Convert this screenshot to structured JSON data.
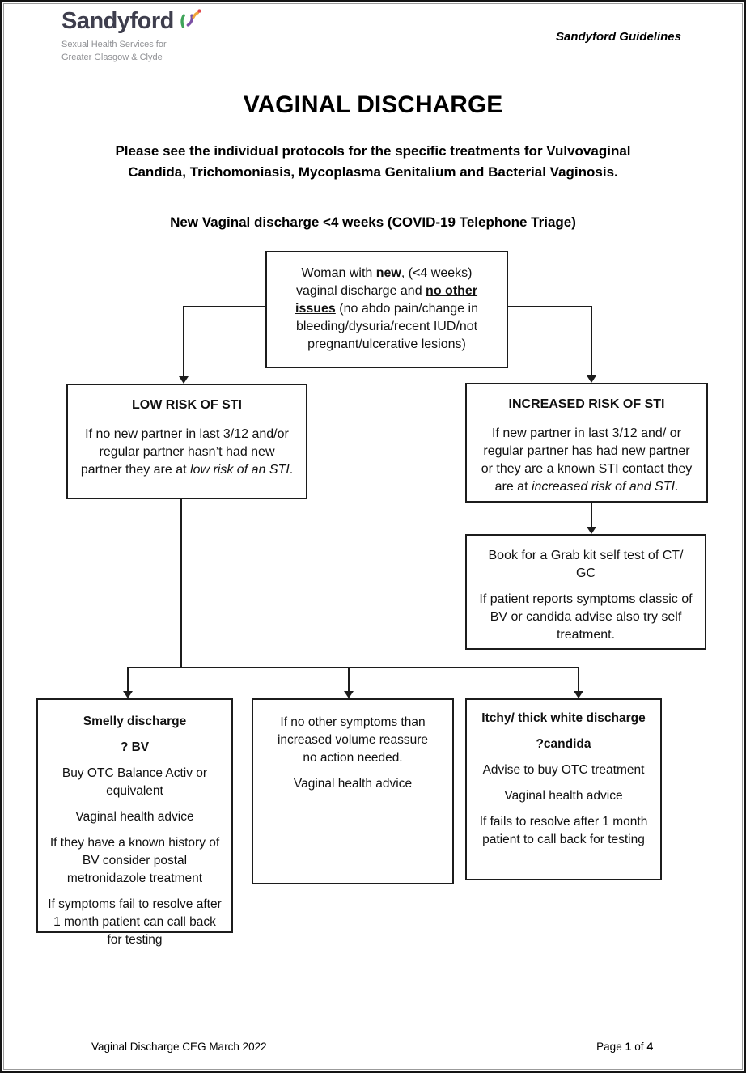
{
  "header": {
    "logo": {
      "brand": "Sandyford",
      "tagline_line1": "Sexual Health Services for",
      "tagline_line2": "Greater Glasgow & Clyde",
      "colors": {
        "brand_text": "#3e3e4d",
        "tagline_text": "#8f9094",
        "swirl_green": "#3fa45a",
        "swirl_purple": "#7b50a5",
        "swirl_yellow": "#f0a63a",
        "swirl_red": "#e0474b"
      }
    },
    "guidelines_label": "Sandyford Guidelines"
  },
  "title": "VAGINAL DISCHARGE",
  "intro": "Please see the individual protocols for the specific treatments for Vulvovaginal Candida, Trichomoniasis, Mycoplasma Genitalium and Bacterial Vaginosis.",
  "subtitle": "New Vaginal discharge <4 weeks (COVID-19 Telephone Triage)",
  "flowchart": {
    "root_box": {
      "pre": "Woman with ",
      "bold1": "new",
      "mid1": ", (<4 weeks) vaginal discharge and ",
      "bold2": "no other issues",
      "post": " (no abdo pain/change in bleeding/dysuria/recent IUD/not pregnant/ulcerative lesions)"
    },
    "low_risk_box": {
      "heading": "LOW RISK OF STI",
      "body_pre": "If no new partner in last 3/12 and/or regular partner hasn’t had new partner they are at ",
      "body_italic": "low risk of an STI",
      "body_post": "."
    },
    "increased_risk_box": {
      "heading": "INCREASED RISK OF STI",
      "body_pre": "If new partner in last 3/12 and/ or regular partner has had new partner or they are a known STI contact they are at ",
      "body_italic": "increased risk of and STI",
      "body_post": "."
    },
    "book_box": {
      "para1": "Book for a Grab kit self test of CT/ GC",
      "para2": "If patient reports symptoms classic of BV or candida advise also try self treatment."
    },
    "smelly_box": {
      "heading1": "Smelly discharge",
      "heading2": "? BV",
      "para1": "Buy OTC Balance Activ or equivalent",
      "para2": "Vaginal health advice",
      "para3": "If they have a known history of BV consider postal metronidazole treatment",
      "para4": "If symptoms fail to resolve after 1 month patient can call back for testing"
    },
    "reassure_box": {
      "para1": "If no other symptoms than increased volume reassure no action needed.",
      "para2": "Vaginal health advice"
    },
    "itchy_box": {
      "heading1": "Itchy/ thick white discharge",
      "heading2": "?candida",
      "para1": "Advise to buy OTC treatment",
      "para2": "Vaginal health advice",
      "para3": "If fails to resolve after 1 month patient to call back for testing"
    }
  },
  "footer": {
    "left": "Vaginal Discharge CEG March 2022",
    "page_word": "Page",
    "page_number": "1",
    "of_word": "of",
    "page_total": "4"
  }
}
